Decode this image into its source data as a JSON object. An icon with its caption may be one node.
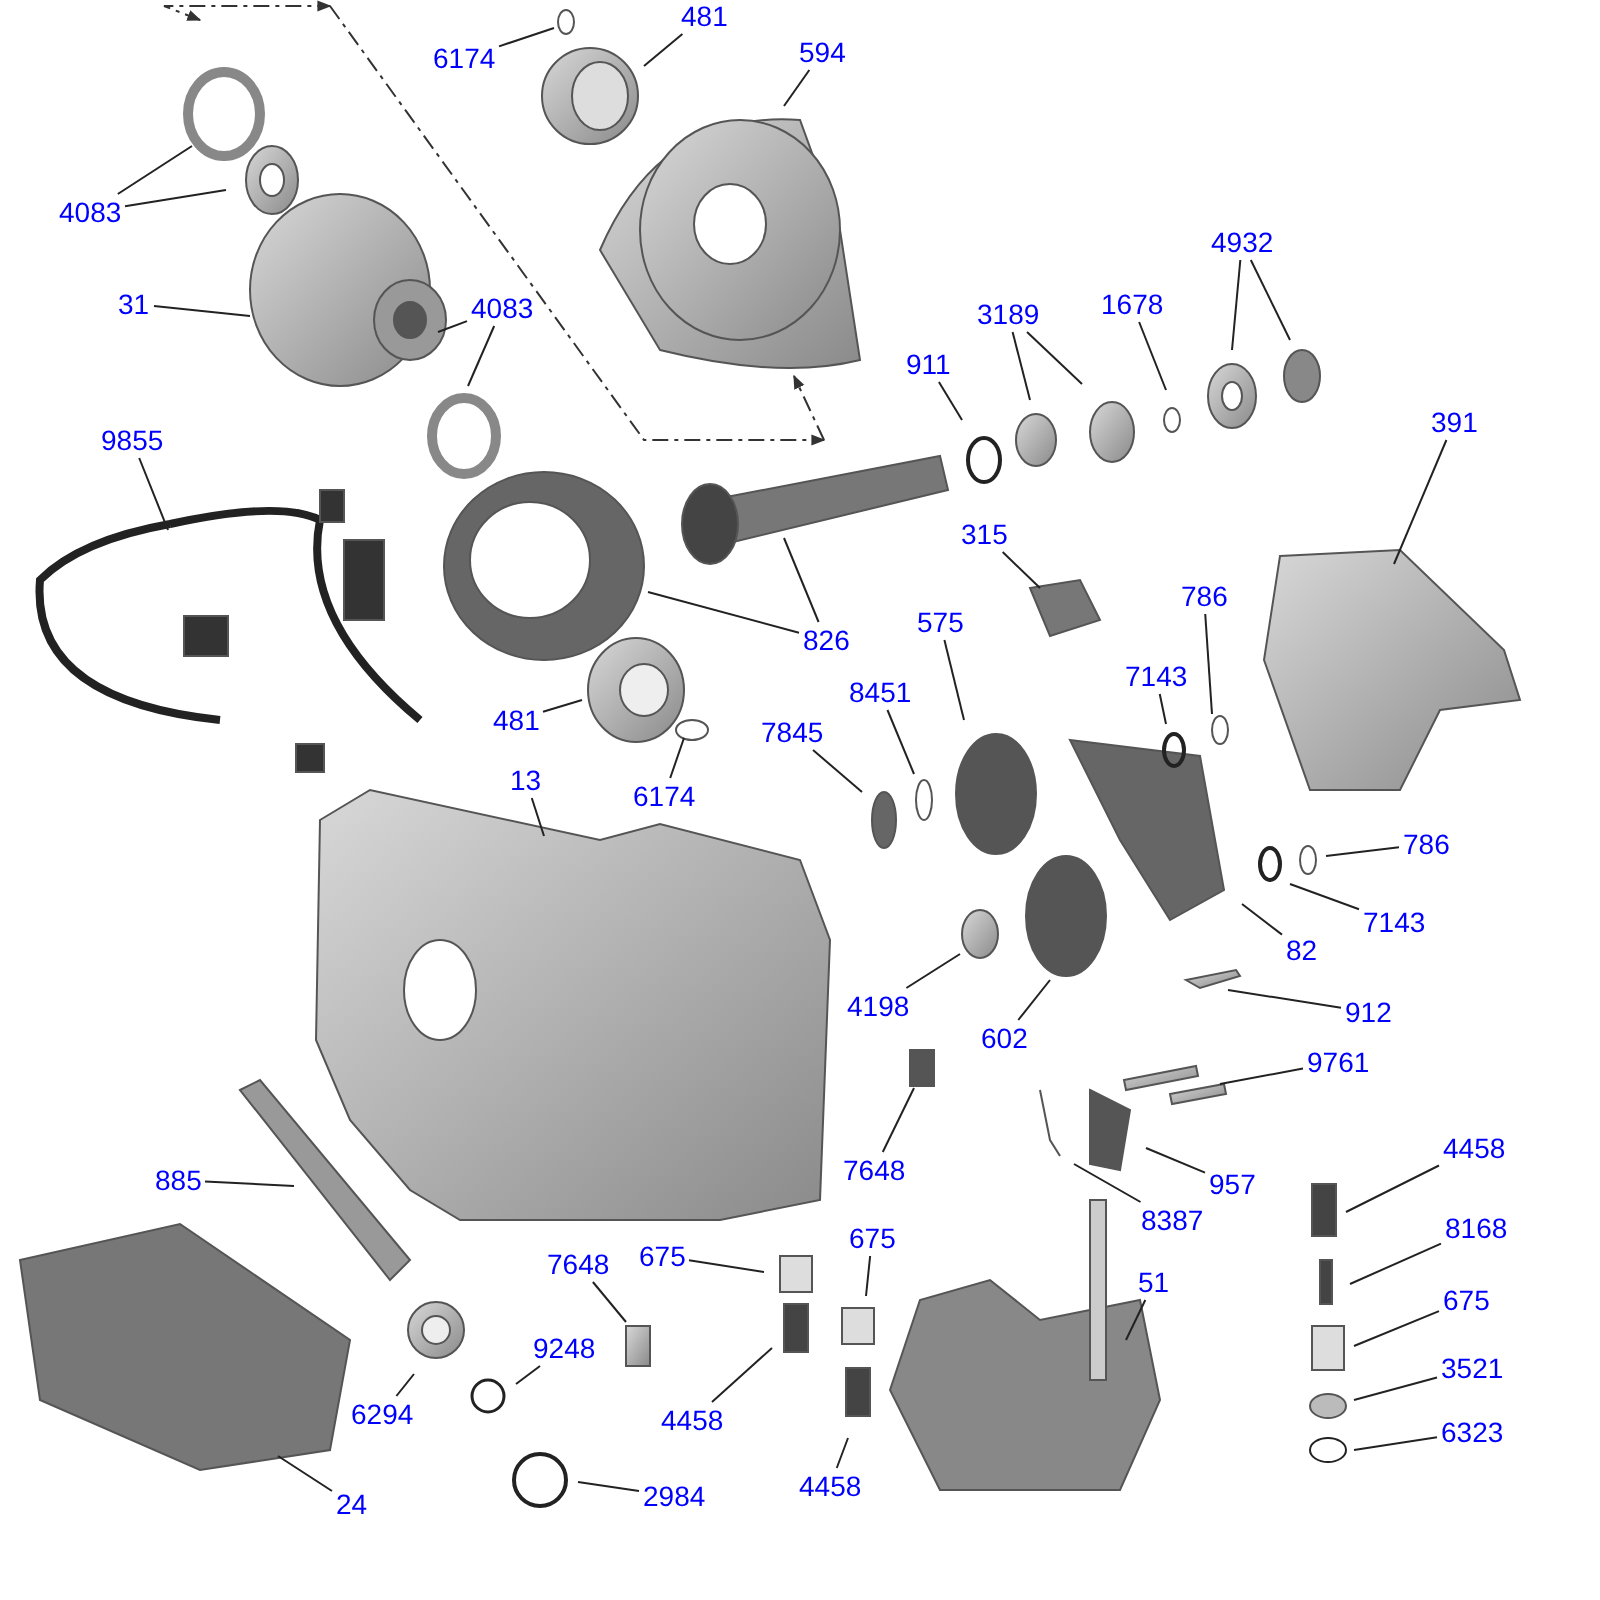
{
  "diagram": {
    "nodes": [
      {
        "text": [
          "6174"
        ]
      },
      {
        "text": [
          "481"
        ]
      },
      {
        "text": [
          "594"
        ]
      },
      {
        "text": [
          "4083"
        ]
      },
      {
        "text": [
          "31"
        ]
      },
      {
        "text": [
          "4083"
        ]
      },
      {
        "text": [
          "9855"
        ]
      },
      {
        "text": [
          "911"
        ]
      },
      {
        "text": [
          "3189"
        ]
      },
      {
        "text": [
          "1678"
        ]
      },
      {
        "text": [
          "4932"
        ]
      },
      {
        "text": [
          "391"
        ]
      },
      {
        "text": [
          "315"
        ]
      },
      {
        "text": [
          "826"
        ]
      },
      {
        "text": [
          "575"
        ]
      },
      {
        "text": [
          "786"
        ]
      },
      {
        "text": [
          "8451"
        ]
      },
      {
        "text": [
          "7143"
        ]
      },
      {
        "text": [
          "7845"
        ]
      },
      {
        "text": [
          "481"
        ]
      },
      {
        "text": [
          "6174"
        ]
      },
      {
        "text": [
          "13"
        ]
      },
      {
        "text": [
          "786"
        ]
      },
      {
        "text": [
          "7143"
        ]
      },
      {
        "text": [
          "82"
        ]
      },
      {
        "text": [
          "4198"
        ]
      },
      {
        "text": [
          "912"
        ]
      },
      {
        "text": [
          "602"
        ]
      },
      {
        "text": [
          "9761"
        ]
      },
      {
        "text": [
          "7648"
        ]
      },
      {
        "text": [
          "957"
        ]
      },
      {
        "text": [
          "8387"
        ]
      },
      {
        "text": [
          "885"
        ]
      },
      {
        "text": [
          "4458"
        ]
      },
      {
        "text": [
          "675"
        ]
      },
      {
        "text": [
          "675"
        ]
      },
      {
        "text": [
          "7648"
        ]
      },
      {
        "text": [
          "51"
        ]
      },
      {
        "text": [
          "8168"
        ]
      },
      {
        "text": [
          "675"
        ]
      },
      {
        "text": [
          "9248"
        ]
      },
      {
        "text": [
          "4458"
        ]
      },
      {
        "text": [
          "6294"
        ]
      },
      {
        "text": [
          "3521"
        ]
      },
      {
        "text": [
          "6323"
        ]
      },
      {
        "text": [
          "24"
        ]
      },
      {
        "text": [
          "4458"
        ]
      },
      {
        "text": [
          "2984"
        ]
      }
    ],
    "edges": [
      {
        "from": 0,
        "to": null,
        "arrow": "none"
      },
      {
        "from": 1,
        "to": null,
        "arrow": "none"
      },
      {
        "from": 2,
        "to": null,
        "arrow": "none"
      },
      {
        "from": 3,
        "to": null,
        "arrow": "none"
      },
      {
        "from": 3,
        "to": null,
        "arrow": "none"
      },
      {
        "from": 4,
        "to": null,
        "arrow": "none"
      },
      {
        "from": 5,
        "to": null,
        "arrow": "none"
      },
      {
        "from": 5,
        "to": null,
        "arrow": "none"
      },
      {
        "from": 6,
        "to": null,
        "arrow": "none"
      },
      {
        "from": 7,
        "to": null,
        "arrow": "none"
      },
      {
        "from": 8,
        "to": null,
        "arrow": "none"
      },
      {
        "from": 8,
        "to": null,
        "arrow": "none"
      },
      {
        "from": 9,
        "to": null,
        "arrow": "none"
      },
      {
        "from": 10,
        "to": null,
        "arrow": "none"
      },
      {
        "from": 10,
        "to": null,
        "arrow": "none"
      },
      {
        "from": 11,
        "to": null,
        "arrow": "none"
      },
      {
        "from": 12,
        "to": null,
        "arrow": "none"
      },
      {
        "from": 13,
        "to": null,
        "arrow": "none"
      },
      {
        "from": 13,
        "to": null,
        "arrow": "none"
      },
      {
        "from": 14,
        "to": null,
        "arrow": "none"
      },
      {
        "from": 15,
        "to": null,
        "arrow": "none"
      },
      {
        "from": 16,
        "to": null,
        "arrow": "none"
      },
      {
        "from": 17,
        "to": null,
        "arrow": "none"
      },
      {
        "from": 18,
        "to": null,
        "arrow": "none"
      },
      {
        "from": 19,
        "to": null,
        "arrow": "none"
      },
      {
        "from": 20,
        "to": null,
        "arrow": "none"
      },
      {
        "from": 21,
        "to": null,
        "arrow": "none"
      },
      {
        "from": 22,
        "to": null,
        "arrow": "none"
      },
      {
        "from": 23,
        "to": null,
        "arrow": "none"
      },
      {
        "from": 24,
        "to": null,
        "arrow": "none"
      },
      {
        "from": 25,
        "to": null,
        "arrow": "none"
      },
      {
        "from": 26,
        "to": null,
        "arrow": "none"
      },
      {
        "from": 27,
        "to": null,
        "arrow": "none"
      },
      {
        "from": 28,
        "to": null,
        "arrow": "none"
      },
      {
        "from": 29,
        "to": null,
        "arrow": "none"
      },
      {
        "from": 30,
        "to": null,
        "arrow": "none"
      },
      {
        "from": 31,
        "to": null,
        "arrow": "none"
      },
      {
        "from": 32,
        "to": null,
        "arrow": "none"
      },
      {
        "from": 33,
        "to": null,
        "arrow": "none"
      },
      {
        "from": 34,
        "to": null,
        "arrow": "none"
      },
      {
        "from": 35,
        "to": null,
        "arrow": "none"
      },
      {
        "from": 36,
        "to": null,
        "arrow": "none"
      },
      {
        "from": 37,
        "to": null,
        "arrow": "none"
      },
      {
        "from": 38,
        "to": null,
        "arrow": "none"
      },
      {
        "from": 39,
        "to": null,
        "arrow": "none"
      },
      {
        "from": 40,
        "to": null,
        "arrow": "none"
      },
      {
        "from": 41,
        "to": null,
        "arrow": "none"
      },
      {
        "from": 42,
        "to": null,
        "arrow": "none"
      },
      {
        "from": 43,
        "to": null,
        "arrow": "none"
      },
      {
        "from": 44,
        "to": null,
        "arrow": "none"
      },
      {
        "from": 45,
        "to": null,
        "arrow": "none"
      },
      {
        "from": 46,
        "to": null,
        "arrow": "none"
      },
      {
        "from": 47,
        "to": null,
        "arrow": "none"
      }
    ]
  }
}
